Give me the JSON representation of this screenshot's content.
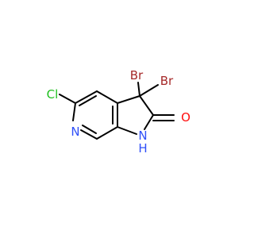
{
  "molecule": {
    "atoms": {
      "chlorine": "Cl",
      "nitrogen_ring": "N",
      "bromine_1": "Br",
      "bromine_2": "Br",
      "oxygen": "O",
      "nitrogen_h": "N",
      "hydrogen": "H"
    },
    "colors": {
      "bond": "#000000",
      "chlorine": "#1fbf1f",
      "nitrogen": "#3050f8",
      "bromine": "#a62929",
      "oxygen": "#ff0d0d"
    }
  }
}
